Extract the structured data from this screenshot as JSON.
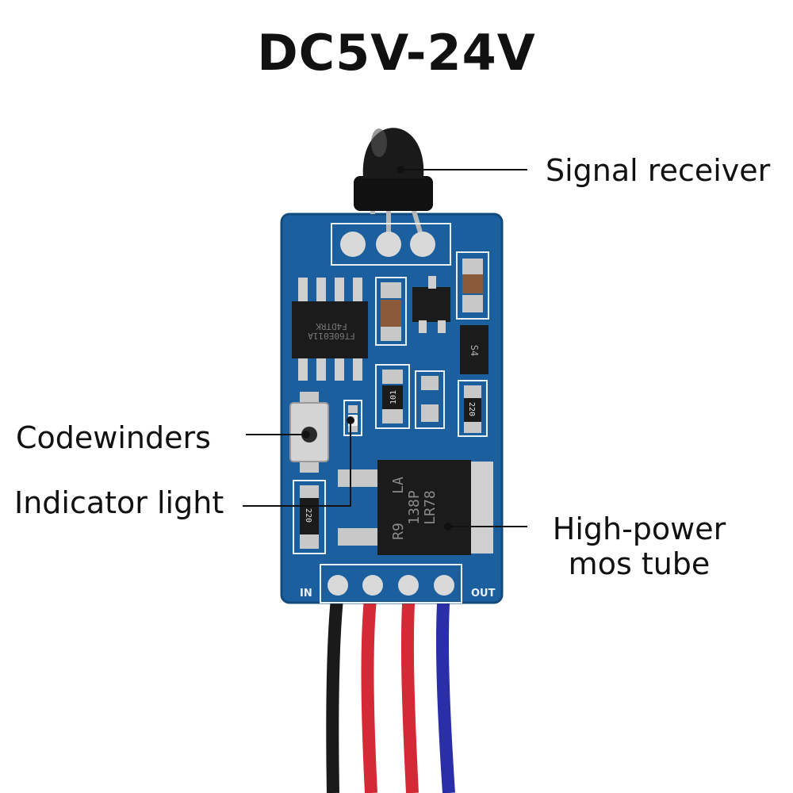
{
  "title": "DC5V-24V",
  "callouts": {
    "signal_receiver": "Signal receiver",
    "codewinders": "Codewinders",
    "indicator_light": "Indicator light",
    "high_power_line1": "High-power",
    "high_power_line2": "mos tube"
  },
  "board_labels": {
    "ic_marking_1": "F4DTRK",
    "ic_marking_2": "FT60E011A",
    "regulator_1": "LR78",
    "regulator_2": "138P",
    "regulator_3": "R9",
    "regulator_4": "LA",
    "resistor_1": "101",
    "resistor_2": "220",
    "resistor_3": "220",
    "diode": "S4",
    "pin_in": "IN",
    "pin_out": "OUT"
  },
  "colors": {
    "pcb": "#1c5f9e",
    "pad": "#d9d9d9",
    "wire_black": "#1a1a1a",
    "wire_red": "#d42a36",
    "wire_blue": "#2a2fa8"
  }
}
